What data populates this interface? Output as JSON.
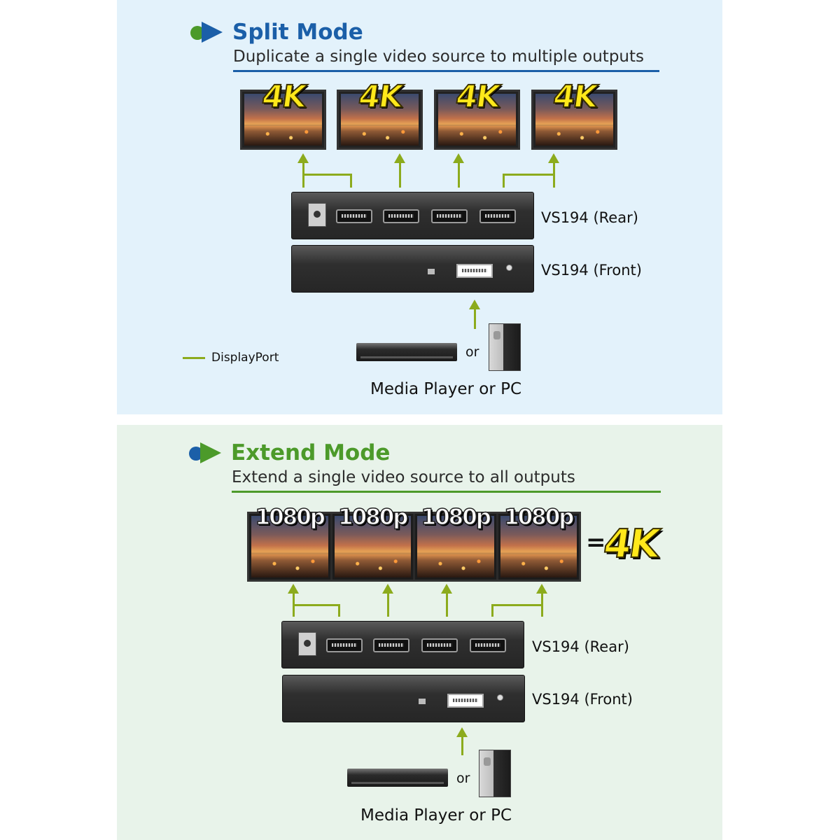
{
  "colors": {
    "split_title": "#1b5fa8",
    "extend_title": "#4c9a2a",
    "icon_blue": "#1b5fa8",
    "icon_green": "#4c9a2a",
    "wire": "#8cab1d"
  },
  "split": {
    "title": "Split Mode",
    "subtitle": "Duplicate a single video source to multiple outputs",
    "monitor_badges": [
      "4K",
      "4K",
      "4K",
      "4K"
    ],
    "rear_label": "VS194 (Rear)",
    "front_label": "VS194 (Front)",
    "or_text": "or",
    "source_label": "Media Player or PC",
    "legend_label": "DisplayPort"
  },
  "extend": {
    "title": "Extend Mode",
    "subtitle": "Extend a single video source to all outputs",
    "tile_badges": [
      "1080p",
      "1080p",
      "1080p",
      "1080p"
    ],
    "equals": "=",
    "result_badge": "4K",
    "rear_label": "VS194 (Rear)",
    "front_label": "VS194 (Front)",
    "or_text": "or",
    "source_label": "Media Player or PC"
  }
}
